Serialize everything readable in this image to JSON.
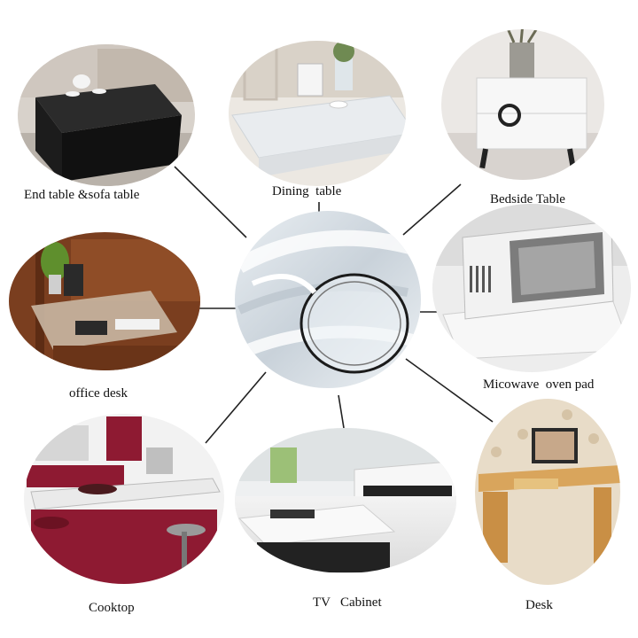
{
  "labels": {
    "end_table": "End table &sofa table",
    "dining_table": "Dining  table",
    "bedside_table": "Bedside Table",
    "office_desk": "office desk",
    "microwave": "Micowave  oven pad",
    "cooktop": "Cooktop",
    "tv_cabinet": "TV   Cabinet",
    "desk": "Desk"
  },
  "icons": [
    "end-table-photo",
    "dining-table-photo",
    "bedside-table-photo",
    "office-desk-photo",
    "pvc-roll-photo",
    "microwave-photo",
    "cooktop-photo",
    "tv-cabinet-photo",
    "desk-photo"
  ],
  "colors": {
    "lines": "#222222",
    "cooktop_accent": "#8e1a32",
    "wood": "#8b4a22"
  }
}
